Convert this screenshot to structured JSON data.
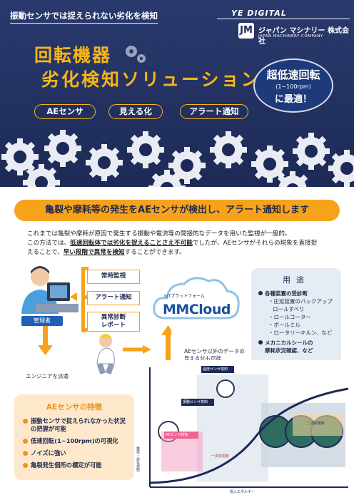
{
  "header": {
    "tagline": "振動センサでは捉えられない劣化を検知",
    "brand_top": "YE DIGITAL",
    "brand_name": "ジャパン マシナリー 株式会社",
    "brand_sub": "JAPAN MACHINERY COMPANY",
    "title_line1": "回転機器",
    "title_line2": "劣化検知ソリューション",
    "badge_line1": "超低速回転",
    "badge_line2": "(1~100rpm)",
    "badge_line3": "に最適！",
    "pills": [
      "AEセンサ",
      "見える化",
      "アラート通知"
    ]
  },
  "banner": "亀裂や摩耗等の発生をAEセンサが検出し、アラート通知します",
  "description": {
    "p1": "これまでは亀裂や摩耗が原因で発生する振動や電流等の間接的なデータを用いた監視が一般的。",
    "p2a": "この方法では、",
    "p2b": "低速回転体では劣化を捉えることさえ不可能",
    "p2c": "でしたが、AEセンサがそれらの現象を直接捉",
    "p3a": "えることで、",
    "p3b": "早い段階で異常を検知",
    "p3c": "することができます。"
  },
  "diagram": {
    "admin_label": "管理者",
    "box_monitor": "常時監視",
    "box_alert": "アラート通知",
    "box_report": "異常診断\nレポート",
    "engineer_caption": "エンジニアを派遣",
    "cloud_sub": "IoTプラットフォーム",
    "cloud_name": "MMCloud",
    "mid_caption_1": "AEセンサ以外のデータの",
    "mid_caption_2": "見える化も可能"
  },
  "ae_features": {
    "title": "AEセンサの特徴",
    "items": [
      "振動センサで捉えられなかった状況の把握が可能",
      "低速回転(1~100rpm)の可視化",
      "ノイズに強い",
      "亀裂発生個所の標定が可能"
    ]
  },
  "uses": {
    "title": "用途",
    "h1": "各種装置の受診断",
    "s1": "・圧延装置のバックアップ",
    "s1b": "ロールすべり",
    "s2": "・ロールコーター",
    "s3": "・ボールミル",
    "s4": "・ロータリーキルン、など",
    "h2": "メカニカルシールの",
    "h2b": "摩耗状況確認、など"
  },
  "graph": {
    "ylabel": "異常・劣化状態",
    "xlabel": "投入エネルギー",
    "step1": "AEセンサ検知",
    "step2": "振動センサ検知",
    "step3": "温度センサ検知",
    "phase1": "一次的現象",
    "phase2": "二次的現象"
  },
  "colors": {
    "navy": "#1d2a57",
    "orange": "#f7a21b",
    "yellow": "#f7b617",
    "blue": "#1a4f9e"
  }
}
